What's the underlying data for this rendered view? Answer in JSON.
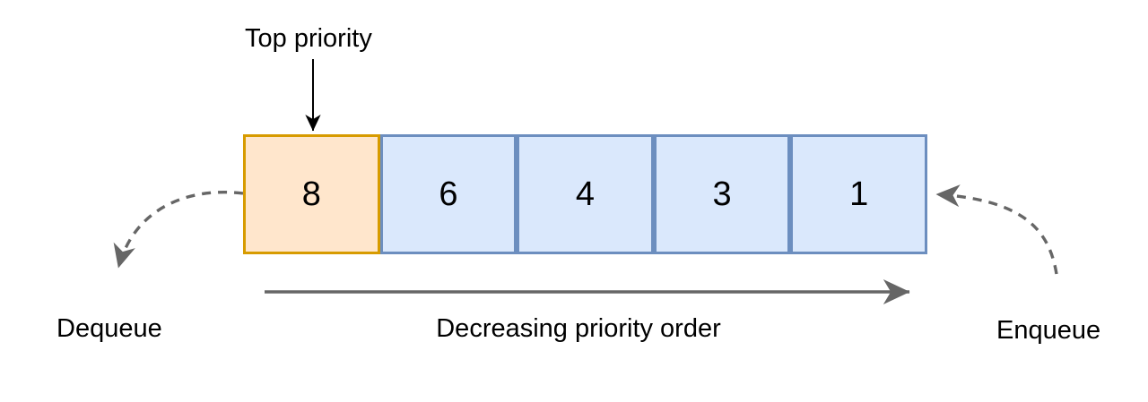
{
  "diagram": {
    "title_annotation": "Top priority",
    "queue": {
      "cells": [
        {
          "value": "8",
          "role": "top-priority",
          "fill": "#FFE6CC",
          "border": "#D79B00"
        },
        {
          "value": "6",
          "role": "normal",
          "fill": "#DAE8FC",
          "border": "#6C8EBF"
        },
        {
          "value": "4",
          "role": "normal",
          "fill": "#DAE8FC",
          "border": "#6C8EBF"
        },
        {
          "value": "3",
          "role": "normal",
          "fill": "#DAE8FC",
          "border": "#6C8EBF"
        },
        {
          "value": "1",
          "role": "normal",
          "fill": "#DAE8FC",
          "border": "#6C8EBF"
        }
      ]
    },
    "operations": {
      "dequeue_label": "Dequeue",
      "enqueue_label": "Enqueue"
    },
    "order_arrow_label": "Decreasing priority order",
    "colors": {
      "top_cell_fill": "#FFE6CC",
      "top_cell_border": "#D79B00",
      "cell_fill": "#DAE8FC",
      "cell_border": "#6C8EBF",
      "flow_arrow_gray": "#666666",
      "annotation_black": "#000000",
      "background": "#ffffff"
    }
  }
}
